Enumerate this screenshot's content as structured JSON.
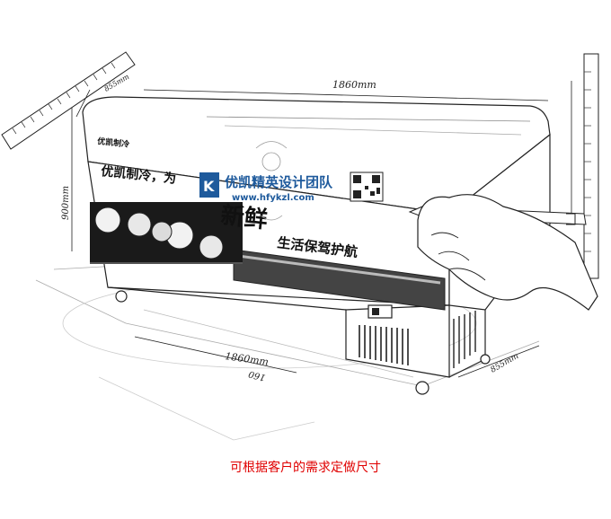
{
  "dimensions": {
    "top_width": "1860mm",
    "left_depth": "855mm",
    "height": "900mm",
    "bottom_width": "1860mm",
    "bottom_depth": "855mm",
    "ruler_mark": "160"
  },
  "freezer_print": {
    "brand_line": "优凯制冷",
    "slogan_fragment": "优凯制冷，为",
    "big_word": "新鲜",
    "tagline": "生活保驾护航"
  },
  "watermark": {
    "name": "优凯精英设计团队",
    "url": "www.hfykzl.com"
  },
  "caption": "可根据客户的需求定做尺寸",
  "colors": {
    "caption": "#e00000",
    "watermark_blue": "#1e5a9c",
    "line": "#222222"
  }
}
